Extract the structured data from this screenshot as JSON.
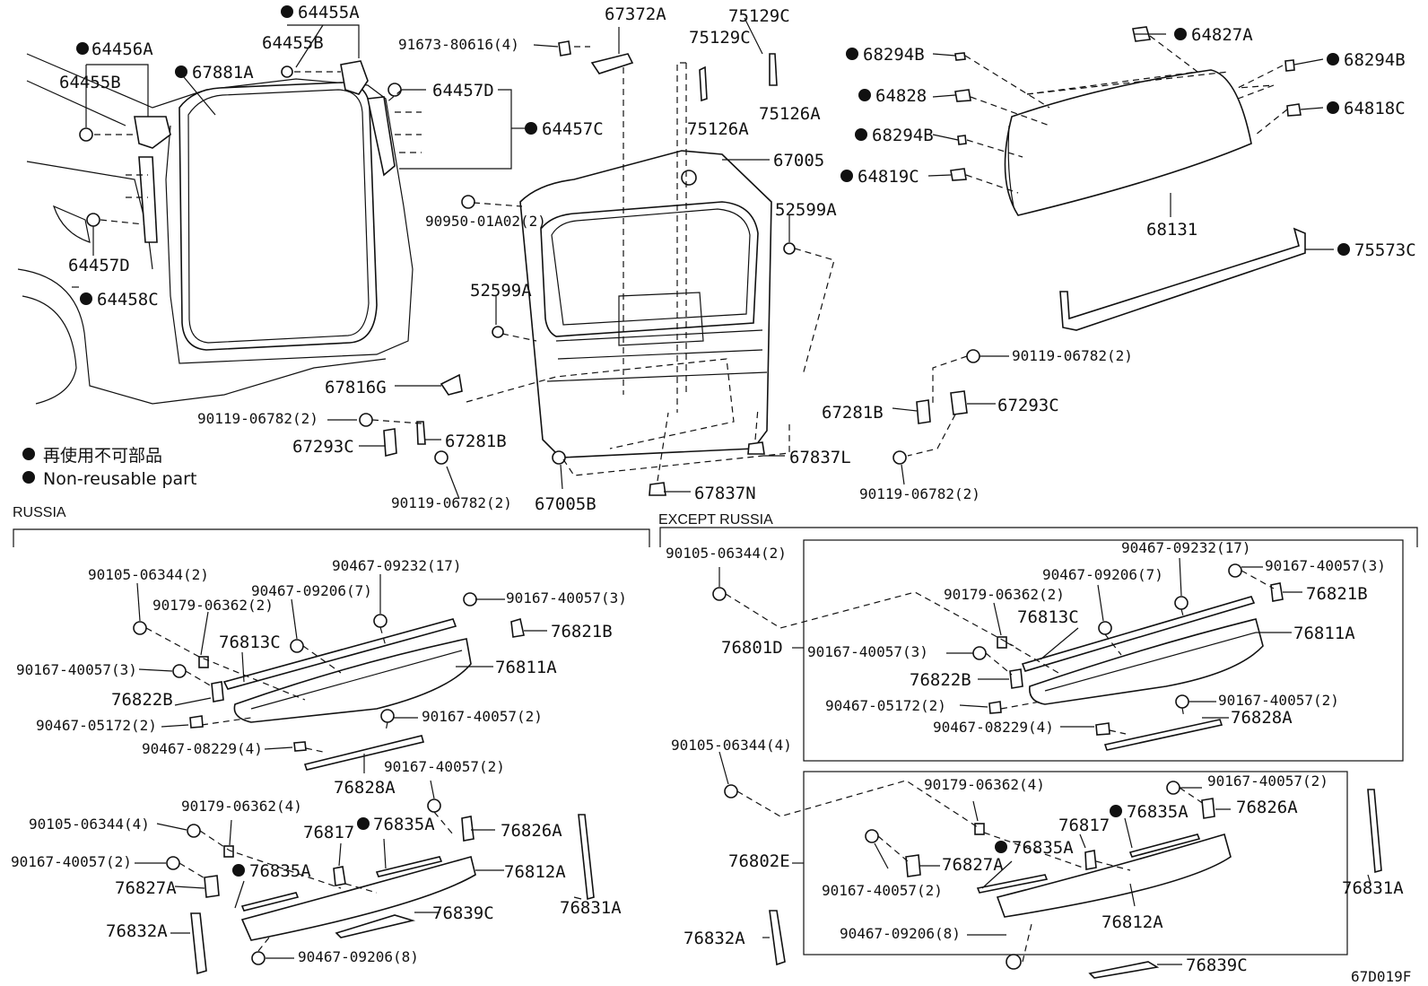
{
  "legend": {
    "jp": "再使用不可部品",
    "en": "Non-reusable part"
  },
  "sections": {
    "russia": "RUSSIA",
    "except_russia": "EXCEPT RUSSIA"
  },
  "drawing_code": "67D019F",
  "labels": {
    "p64456A": "64456A",
    "p64455B_l": "64455B",
    "p64457D_l": "64457D",
    "p64458C": "64458C",
    "p67881A": "67881A",
    "p64455A": "64455A",
    "p64455B_t": "64455B",
    "p64457D_r": "64457D",
    "p64457C": "64457C",
    "p91673": "91673-80616(4)",
    "p67372A": "67372A",
    "p75129C_a": "75129C",
    "p75129C_b": "75129C",
    "p75126A_a": "75126A",
    "p75126A_b": "75126A",
    "p67005": "67005",
    "p90950": "90950-01A02(2)",
    "p52599A_r": "52599A",
    "p52599A_l": "52599A",
    "p67816G": "67816G",
    "p90119_a": "90119-06782(2)",
    "p67293C_l": "67293C",
    "p67281B_l": "67281B",
    "p90119_b": "90119-06782(2)",
    "p67005B": "67005B",
    "p67837N": "67837N",
    "p67837L": "67837L",
    "p68294B_a": "68294B",
    "p64828": "64828",
    "p68294B_b": "68294B",
    "p64819C": "64819C",
    "p64827A": "64827A",
    "p68294B_c": "68294B",
    "p64818C": "64818C",
    "p68131": "68131",
    "p75573C": "75573C",
    "p90119_c": "90119-06782(2)",
    "p67281B_r": "67281B",
    "p67293C_r": "67293C",
    "p90119_d": "90119-06782(2)",
    "r90105_a": "90105-06344(2)",
    "r90179_a": "90179-06362(2)",
    "r90467_9206": "90467-09206(7)",
    "r90467_9232": "90467-09232(17)",
    "r90167_3a": "90167-40057(3)",
    "r76821B": "76821B",
    "r76813C": "76813C",
    "r76811A": "76811A",
    "r90167_3b": "90167-40057(3)",
    "r76822B": "76822B",
    "r90467_5172": "90467-05172(2)",
    "r90167_2a": "90167-40057(2)",
    "r90467_8229": "90467-08229(4)",
    "r76828A": "76828A",
    "r90167_2b": "90167-40057(2)",
    "r90105_b": "90105-06344(4)",
    "r90179_b": "90179-06362(4)",
    "r76817": "76817",
    "r76835A_a": "76835A",
    "r76826A": "76826A",
    "r90167_2c": "90167-40057(2)",
    "r76835A_b": "76835A",
    "r76812A": "76812A",
    "r76827A": "76827A",
    "r76831A": "76831A",
    "r76832A": "76832A",
    "r76839C": "76839C",
    "r90467_9206_8": "90467-09206(8)",
    "e90105_a": "90105-06344(2)",
    "e90467_9232": "90467-09232(17)",
    "e90167_3a": "90167-40057(3)",
    "e90467_9206": "90467-09206(7)",
    "e76821B": "76821B",
    "e90179_a": "90179-06362(2)",
    "e76813C": "76813C",
    "e76801D": "76801D",
    "e90167_3b": "90167-40057(3)",
    "e76811A": "76811A",
    "e76822B": "76822B",
    "e90467_5172": "90467-05172(2)",
    "e90167_2a": "90167-40057(2)",
    "e90467_8229": "90467-08229(4)",
    "e76828A": "76828A",
    "e90105_b": "90105-06344(4)",
    "e90179_b": "90179-06362(4)",
    "e90167_2b": "90167-40057(2)",
    "e76835A_a": "76835A",
    "e76826A": "76826A",
    "e76817": "76817",
    "e76835A_b": "76835A",
    "e76802E": "76802E",
    "e76827A": "76827A",
    "e90167_2c": "90167-40057(2)",
    "e76831A": "76831A",
    "e76832A": "76832A",
    "e90467_9206_8": "90467-09206(8)",
    "e76812A": "76812A",
    "e76839C": "76839C"
  }
}
